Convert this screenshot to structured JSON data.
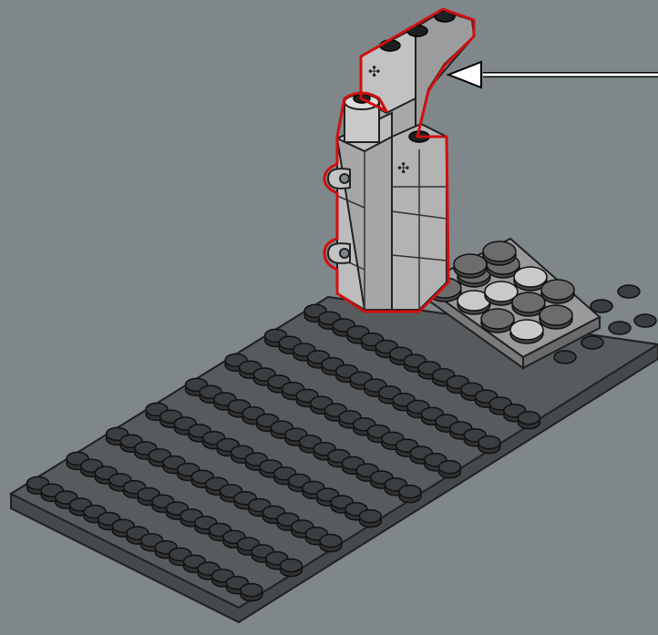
{
  "scene": {
    "description_hidden": "",
    "colors": {
      "background": "#7f878b",
      "baseplate_top": "#565a5c",
      "baseplate_side": "#45494b",
      "stud": "#2f3133",
      "stud_top": "#3b3e40",
      "brick_light": "#b9b9b9",
      "brick_mid": "#a3a3a3",
      "brick_dark": "#8e8e8e",
      "highlight_outline": "#d01010",
      "tile_dark": "#6c6c6c",
      "tile_light": "#c9c9c9",
      "arrow": "#ffffff"
    },
    "baseplate": {
      "studs_long": 16,
      "studs_wide": 8
    },
    "callout_arrow": {
      "direction": "left"
    },
    "icons": [
      "arrow-icon",
      "axle-hole-icon",
      "clip-icon"
    ]
  }
}
